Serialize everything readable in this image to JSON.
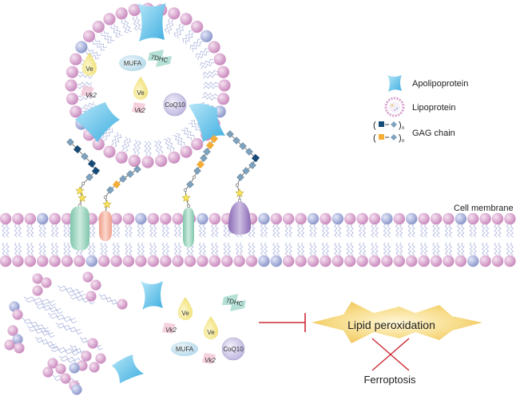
{
  "legend": {
    "apolipoprotein": "Apolipoprotein",
    "lipoprotein": "Lipoprotein",
    "gag_chain": "GAG chain",
    "gag_subscript": "n"
  },
  "membrane_label": "Cell membrane",
  "lipoprotein_contents": {
    "ve_top": "Ve",
    "mufa": "MUFA",
    "dhc": "7DHC",
    "ve_mid": "Ve",
    "vk2_left": "Vk2",
    "vk2_mid": "Vk2",
    "coq10": "CoQ10"
  },
  "released_contents": {
    "ve_left": "Ve",
    "dhc": "7DHC",
    "ve_right": "Ve",
    "vk2_top": "Vk2",
    "mufa": "MUFA",
    "vk2_bottom": "Vk2",
    "coq10": "CoQ10"
  },
  "outcome": {
    "lipid_peroxidation": "Lipid peroxidation",
    "ferroptosis": "Ferroptosis"
  },
  "colors": {
    "head_pink": "#d9a6d0",
    "head_blue": "#a9b3dc",
    "tail": "#aeb6de",
    "apolipoprotein": "#6cc6ea",
    "ve_drop": "#f6ed8f",
    "inhibit": "#cc2b35",
    "burst": "#f7d77a",
    "gag_dark": "#174a74",
    "gag_orange": "#f4ae38",
    "gag_diamond": "#7fa2be",
    "receptor_green": "#9bd3bd",
    "receptor_salmon": "#f3b5a4",
    "receptor_purple": "#a58cc6"
  }
}
